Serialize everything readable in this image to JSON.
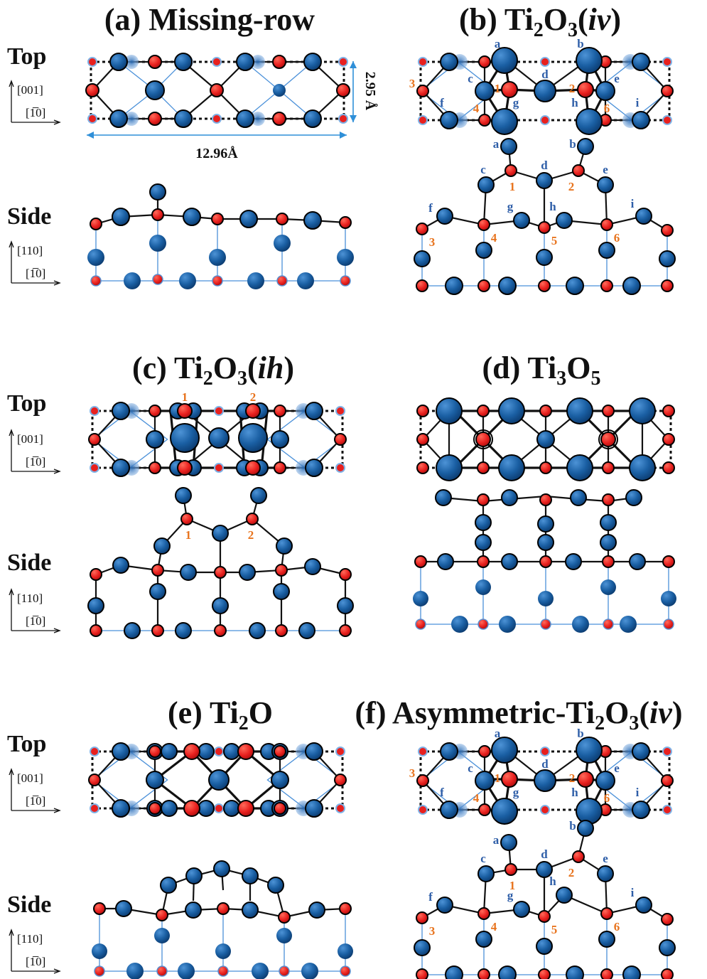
{
  "panels": [
    {
      "id": "a",
      "title": "(a) Missing-row"
    },
    {
      "id": "b",
      "title_pre": "(b) Ti",
      "sub1": "2",
      "mid": "O",
      "sub2": "3",
      "paren": "(",
      "ital": "iv",
      "close": ")"
    },
    {
      "id": "c",
      "title_pre": "(c) Ti",
      "sub1": "2",
      "mid": "O",
      "sub2": "3",
      "paren": "(",
      "ital": "ih",
      "close": ")"
    },
    {
      "id": "d",
      "title_pre": "(d) Ti",
      "sub1": "3",
      "mid": "O",
      "sub2": "5"
    },
    {
      "id": "e",
      "title_pre": "(e) Ti",
      "sub1": "2",
      "mid": "O"
    },
    {
      "id": "f",
      "title_pre": "(f) Asymmetric-Ti",
      "sub1": "2",
      "mid": "O",
      "sub2": "3",
      "paren": "(",
      "ital": "iv",
      "close": ")"
    }
  ],
  "row_labels": {
    "top": "Top",
    "side": "Side"
  },
  "axes": {
    "top_up": "[001]",
    "side_up": "[110]",
    "horizontal": "[1̅0]"
  },
  "dimensions": {
    "width": "12.96Å",
    "height": "2.95 Å"
  },
  "site_labels": {
    "ti": [
      "a",
      "b",
      "c",
      "d",
      "e",
      "f",
      "g",
      "h",
      "i"
    ],
    "o": [
      "1",
      "2",
      "3",
      "4",
      "5",
      "6"
    ]
  },
  "colors": {
    "titanium": "#1a5fa3",
    "oxygen": "#e8201e",
    "ti_label": "#2e5ea8",
    "o_label": "#e8741e"
  }
}
